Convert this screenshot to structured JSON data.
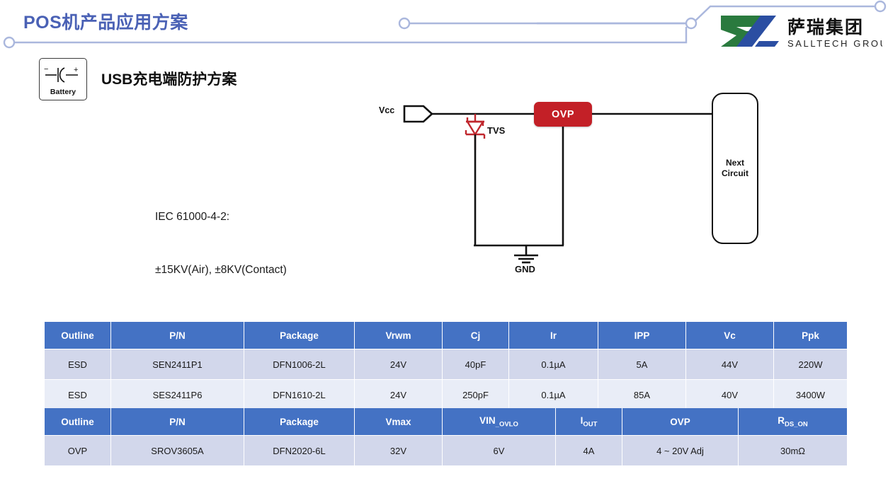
{
  "header": {
    "title": "POS机产品应用方案",
    "logo": {
      "cn_name": "萨瑞集团",
      "en_name": "SALLTECH GROUP",
      "green": "#2a7a3e",
      "blue": "#2b4ea2"
    },
    "accent_color": "#4a61b5",
    "deco_line_color": "#aab7dd"
  },
  "section": {
    "chip_label": "Battery",
    "subtitle": "USB充电端防护方案",
    "note_line1": "IEC 61000-4-2:",
    "note_line2": "±15KV(Air), ±8KV(Contact)"
  },
  "schematic": {
    "vcc_label": "Vcc",
    "tvs_label": "TVS",
    "ovp_label": "OVP",
    "gnd_label": "GND",
    "next_circuit_line1": "Next",
    "next_circuit_line2": "Circuit",
    "ovp_color": "#c32027",
    "tvs_color": "#c0272d",
    "wire_color": "#111111"
  },
  "table_esd": {
    "headers": [
      "Outline",
      "P/N",
      "Package",
      "Vrwm",
      "Cj",
      "Ir",
      "IPP",
      "Vc",
      "Ppk"
    ],
    "rows": [
      [
        "ESD",
        "SEN2411P1",
        "DFN1006-2L",
        "24V",
        "40pF",
        "0.1µA",
        "5A",
        "44V",
        "220W"
      ],
      [
        "ESD",
        "SES2411P6",
        "DFN1610-2L",
        "24V",
        "250pF",
        "0.1µA",
        "85A",
        "40V",
        "3400W"
      ]
    ]
  },
  "table_ovp": {
    "headers": [
      "Outline",
      "P/N",
      "Package",
      "Vmax",
      "VIN",
      "I",
      "OVP",
      "R"
    ],
    "header_subs": [
      "",
      "",
      "",
      "",
      "_OVLO",
      "OUT",
      "",
      "DS_ON"
    ],
    "rows": [
      [
        "OVP",
        "SROV3605A",
        "DFN2020-6L",
        "32V",
        "6V",
        "4A",
        "4 ~ 20V Adj",
        "30mΩ"
      ]
    ]
  },
  "theme": {
    "header_blue": "#4472c4",
    "row_odd": "#d2d7eb",
    "row_even": "#e9edf7"
  }
}
